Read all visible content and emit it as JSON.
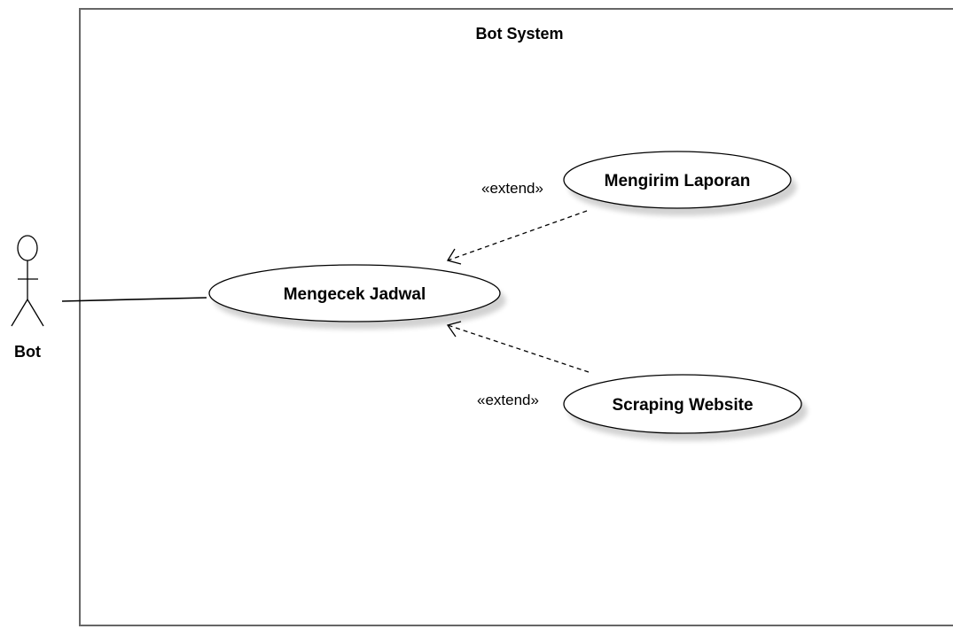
{
  "system": {
    "title": "Bot System"
  },
  "actor": {
    "name": "Bot"
  },
  "use_cases": {
    "main": "Mengecek Jadwal",
    "report": "Mengirim Laporan",
    "scraping": "Scraping Website"
  },
  "relations": {
    "extend_report": "«extend»",
    "extend_scraping": "«extend»"
  }
}
